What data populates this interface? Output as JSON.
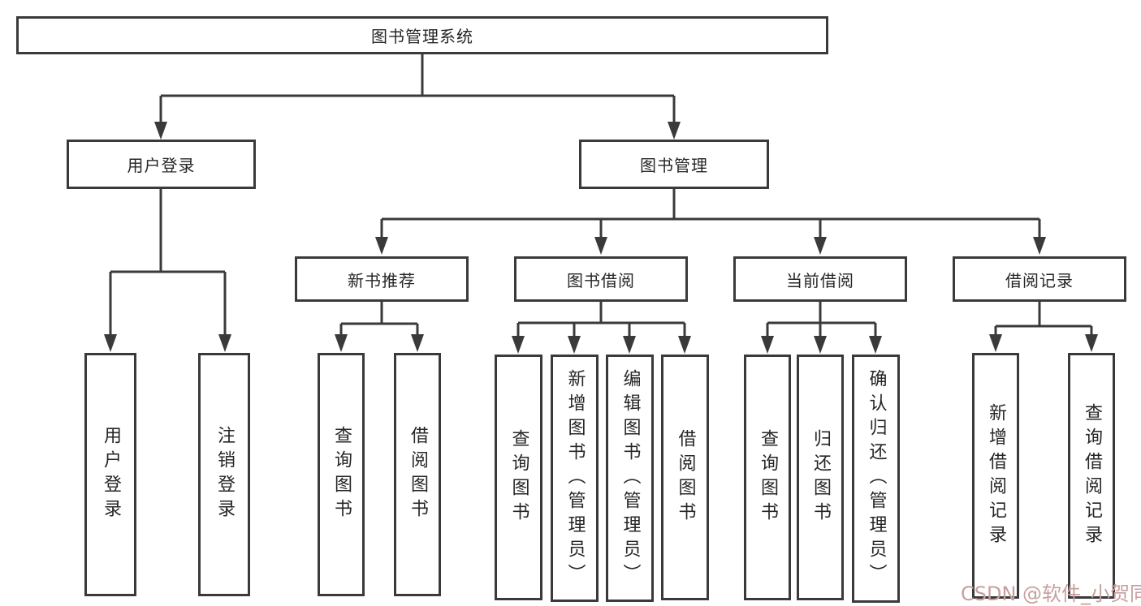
{
  "tree": {
    "label": "图书管理系统",
    "children": [
      {
        "label": "用户登录",
        "children": [
          {
            "label": "用户登录"
          },
          {
            "label": "注销登录"
          }
        ]
      },
      {
        "label": "图书管理",
        "children": [
          {
            "label": "新书推荐",
            "children": [
              {
                "label": "查询图书"
              },
              {
                "label": "借阅图书"
              }
            ]
          },
          {
            "label": "图书借阅",
            "children": [
              {
                "label": "查询图书"
              },
              {
                "label": "新增图书（管理员）"
              },
              {
                "label": "编辑图书（管理员）"
              },
              {
                "label": "借阅图书"
              }
            ]
          },
          {
            "label": "当前借阅",
            "children": [
              {
                "label": "查询图书"
              },
              {
                "label": "归还图书"
              },
              {
                "label": "确认归还（管理员）"
              }
            ]
          },
          {
            "label": "借阅记录",
            "children": [
              {
                "label": "新增借阅记录"
              },
              {
                "label": "查询借阅记录"
              }
            ]
          }
        ]
      }
    ]
  },
  "watermark": "CSDN @软件_小贺同学",
  "colors": {
    "line": "#3a3a3a",
    "text": "#262626",
    "background": "#ffffff",
    "watermark": "#c79f9f"
  }
}
